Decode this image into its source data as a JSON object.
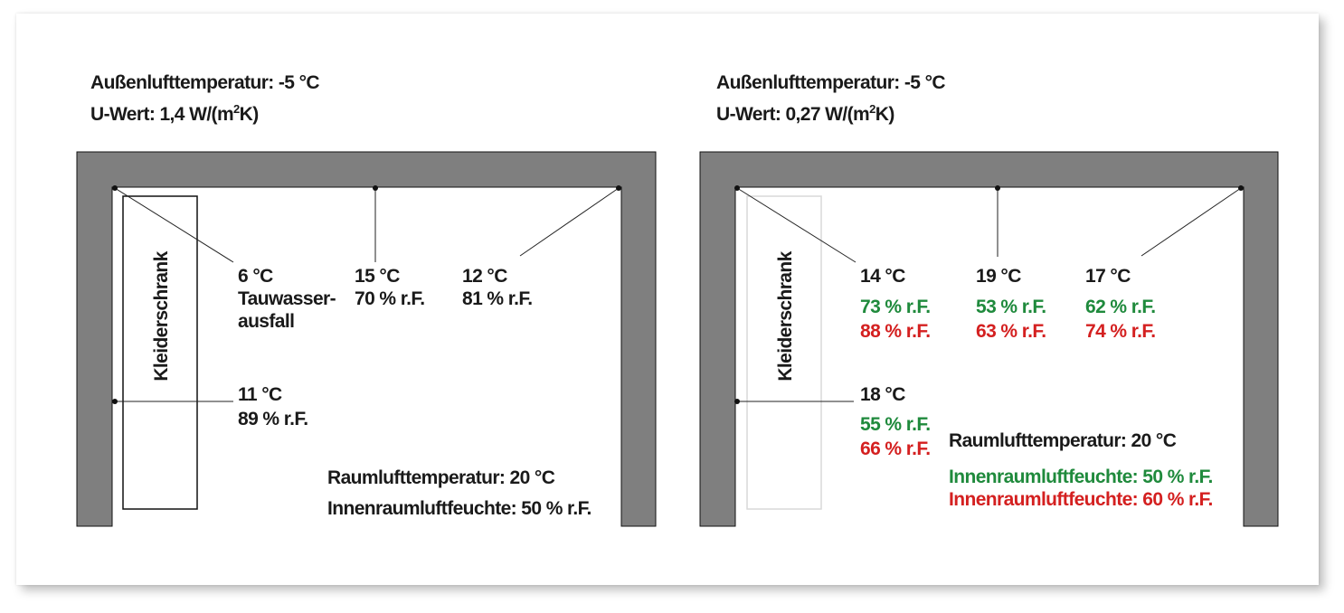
{
  "left": {
    "outside_temp": "Außenlufttemperatur: -5 °C",
    "u_value_prefix": "U-Wert: 1,4 W/(m",
    "u_value_sup": "2",
    "u_value_suffix": "K)",
    "wardrobe_label": "Kleiderschrank",
    "corner_left": {
      "temp": "6 °C",
      "note1": "Tauwasser-",
      "note2": "ausfall"
    },
    "ceiling_mid": {
      "temp": "15 °C",
      "rh": "70 % r.F."
    },
    "corner_right": {
      "temp": "12 °C",
      "rh": "81 % r.F."
    },
    "wall_behind": {
      "temp": "11 °C",
      "rh": "89 % r.F."
    },
    "room_temp": "Raumlufttemperatur: 20 °C",
    "room_humidity": "Innenraumluftfeuchte: 50 % r.F."
  },
  "right": {
    "outside_temp": "Außenlufttemperatur: -5 °C",
    "u_value_prefix": "U-Wert: 0,27 W/(m",
    "u_value_sup": "2",
    "u_value_suffix": "K)",
    "wardrobe_label": "Kleiderschrank",
    "corner_left": {
      "temp": "14 °C",
      "rh_green": "73 % r.F.",
      "rh_red": "88 % r.F."
    },
    "ceiling_mid": {
      "temp": "19 °C",
      "rh_green": "53 % r.F.",
      "rh_red": "63 % r.F."
    },
    "corner_right": {
      "temp": "17 °C",
      "rh_green": "62 % r.F.",
      "rh_red": "74 % r.F."
    },
    "wall_behind": {
      "temp": "18 °C",
      "rh_green": "55 % r.F.",
      "rh_red": "66 % r.F."
    },
    "room_temp": "Raumlufttemperatur: 20 °C",
    "room_humidity_green": "Innenraumluftfeuchte: 50 % r.F.",
    "room_humidity_red": "Innenraumluftfeuchte: 60 % r.F."
  },
  "colors": {
    "wall": "#7f7f7f",
    "green": "#1f8a3c",
    "red": "#d42020"
  }
}
